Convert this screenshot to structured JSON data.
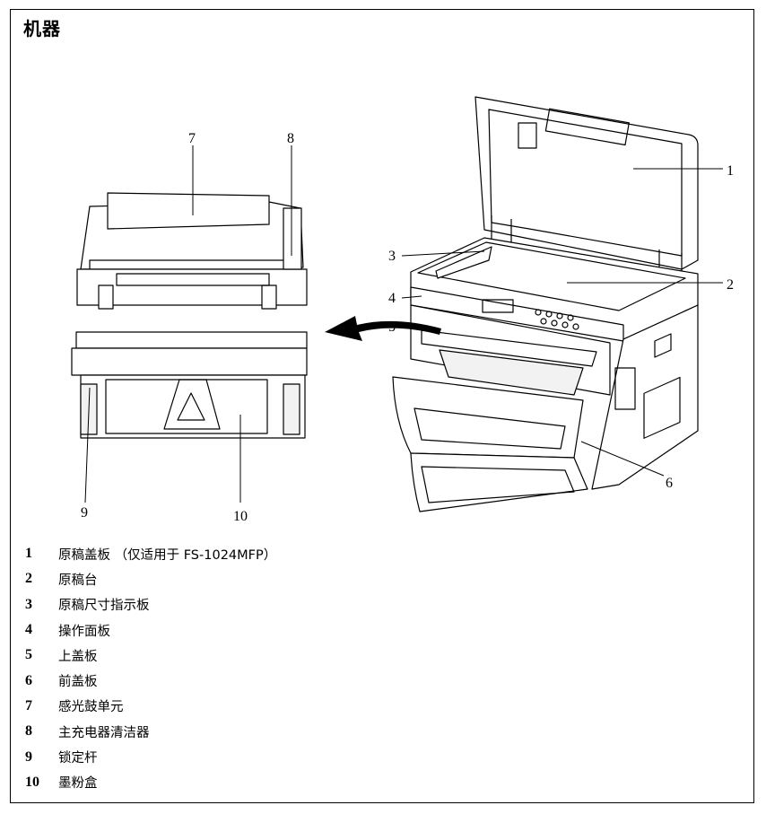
{
  "title": "机器",
  "callouts": [
    "1",
    "2",
    "3",
    "4",
    "5",
    "6",
    "7",
    "8",
    "9",
    "10"
  ],
  "legend": [
    {
      "num": "1",
      "text": "原稿盖板 （仅适用于 FS-1024MFP）"
    },
    {
      "num": "2",
      "text": "原稿台"
    },
    {
      "num": "3",
      "text": "原稿尺寸指示板"
    },
    {
      "num": "4",
      "text": "操作面板"
    },
    {
      "num": "5",
      "text": "上盖板"
    },
    {
      "num": "6",
      "text": "前盖板"
    },
    {
      "num": "7",
      "text": "感光鼓单元"
    },
    {
      "num": "8",
      "text": "主充电器清洁器"
    },
    {
      "num": "9",
      "text": "锁定杆"
    },
    {
      "num": "10",
      "text": "墨粉盒"
    }
  ]
}
